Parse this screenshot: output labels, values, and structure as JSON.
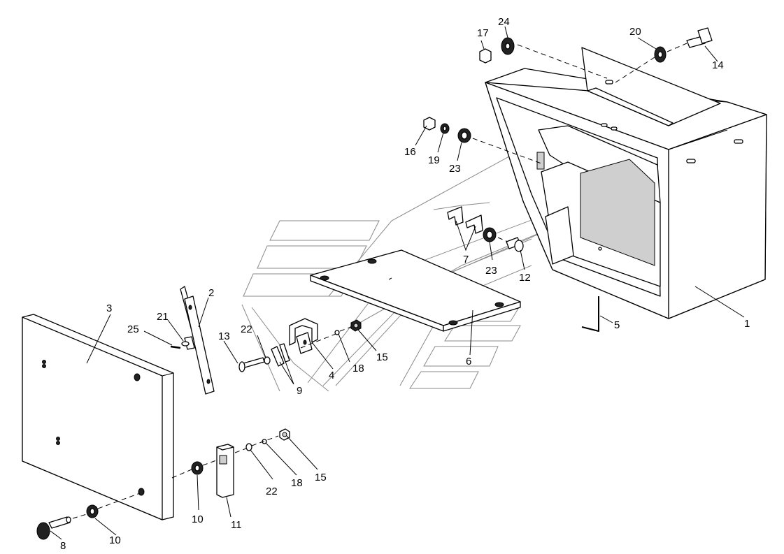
{
  "diagram": {
    "callouts": [
      {
        "id": "c1",
        "text": "1"
      },
      {
        "id": "c2",
        "text": "2"
      },
      {
        "id": "c3",
        "text": "3"
      },
      {
        "id": "c4",
        "text": "4"
      },
      {
        "id": "c5",
        "text": "5"
      },
      {
        "id": "c6",
        "text": "6"
      },
      {
        "id": "c7",
        "text": "7"
      },
      {
        "id": "c8",
        "text": "8"
      },
      {
        "id": "c9",
        "text": "9"
      },
      {
        "id": "c10a",
        "text": "10"
      },
      {
        "id": "c10b",
        "text": "10"
      },
      {
        "id": "c11",
        "text": "11"
      },
      {
        "id": "c12",
        "text": "12"
      },
      {
        "id": "c13",
        "text": "13"
      },
      {
        "id": "c14",
        "text": "14"
      },
      {
        "id": "c15a",
        "text": "15"
      },
      {
        "id": "c15b",
        "text": "15"
      },
      {
        "id": "c16",
        "text": "16"
      },
      {
        "id": "c17",
        "text": "17"
      },
      {
        "id": "c18a",
        "text": "18"
      },
      {
        "id": "c18b",
        "text": "18"
      },
      {
        "id": "c19",
        "text": "19"
      },
      {
        "id": "c20",
        "text": "20"
      },
      {
        "id": "c21",
        "text": "21"
      },
      {
        "id": "c22a",
        "text": "22"
      },
      {
        "id": "c22b",
        "text": "22"
      },
      {
        "id": "c23a",
        "text": "23"
      },
      {
        "id": "c23b",
        "text": "23"
      },
      {
        "id": "c24",
        "text": "24"
      },
      {
        "id": "c25",
        "text": "25"
      }
    ]
  }
}
